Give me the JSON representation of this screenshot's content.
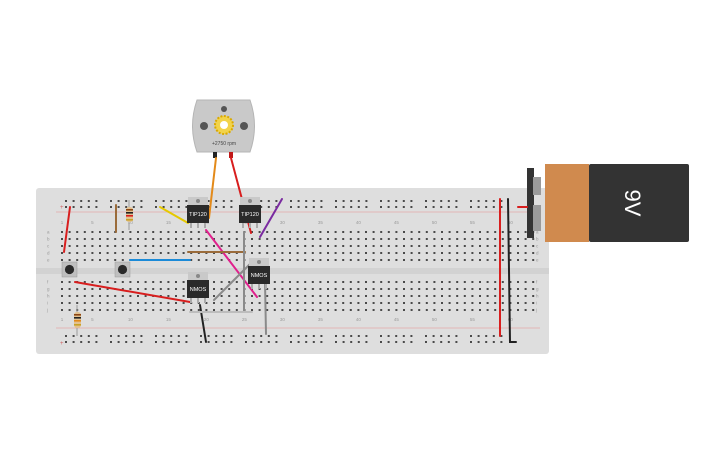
{
  "motor": {
    "speed_label": "+2750 rpm"
  },
  "battery": {
    "label": "9V"
  },
  "components": {
    "q1": "TIP120",
    "q2": "TIP120",
    "q3": "NMOS",
    "q4": "NMOS"
  },
  "breadboard": {
    "column_numbers": [
      "1",
      "5",
      "10",
      "15",
      "20",
      "25",
      "30",
      "35",
      "40",
      "45",
      "50",
      "55",
      "60"
    ],
    "row_letters_top": [
      "a",
      "b",
      "c",
      "d",
      "e"
    ],
    "row_letters_bottom": [
      "f",
      "g",
      "h",
      "i",
      "j"
    ],
    "rail_plus": "+",
    "rail_minus": "-"
  },
  "colors": {
    "board": "#dedede",
    "red_wire": "#d81e1e",
    "orange_wire": "#e38a1a",
    "yellow_wire": "#e6c800",
    "magenta_wire": "#e0208c",
    "purple_wire": "#7a2aa0",
    "blue_wire": "#1a8ad8",
    "brown_wire": "#9a6b3a",
    "gray_wire": "#8a8a8a",
    "black_wire": "#222222",
    "battery_orange": "#d08a4e",
    "battery_body": "#333333"
  }
}
